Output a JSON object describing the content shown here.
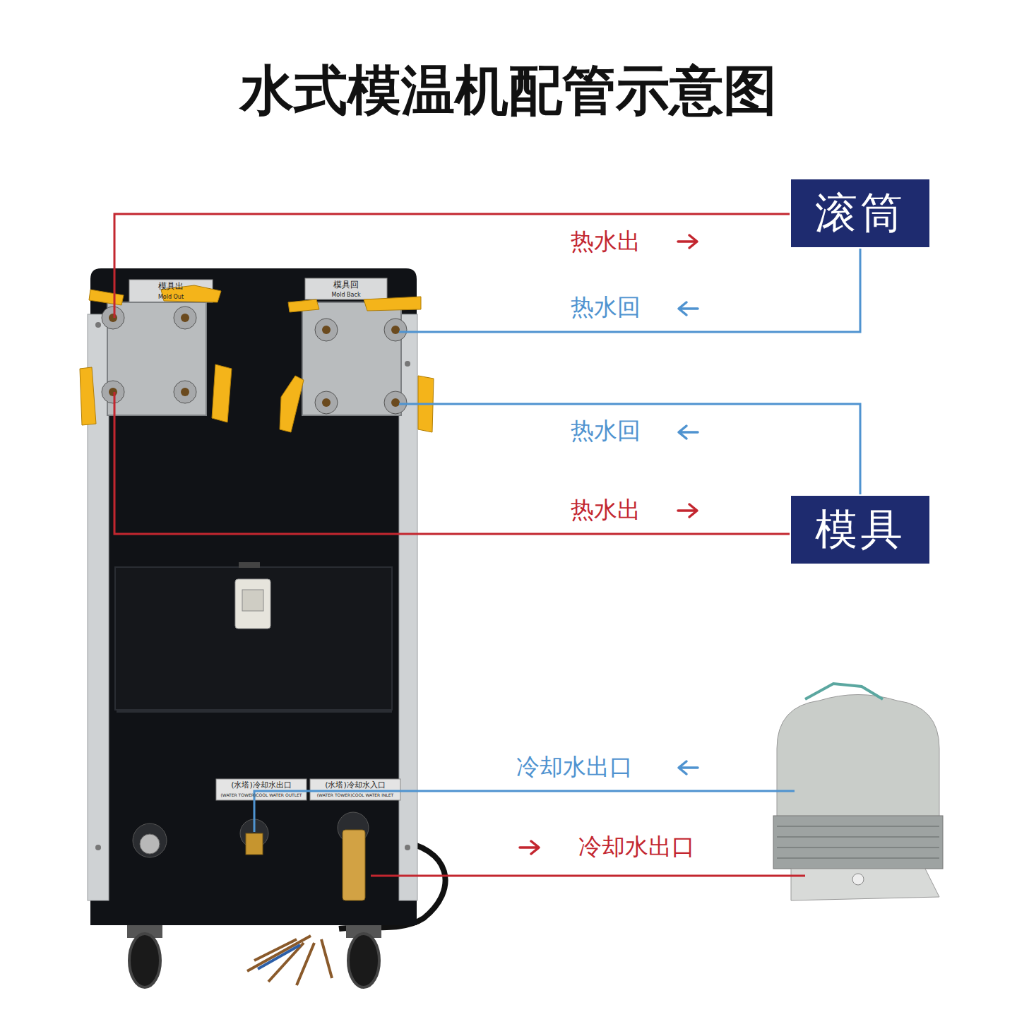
{
  "diagram": {
    "title": "水式模温机配管示意图",
    "nodes": [
      {
        "text": [
          "滚筒"
        ]
      },
      {
        "text": [
          "模具"
        ]
      }
    ],
    "labels": [
      "热水出",
      "热水回",
      "热水回",
      "热水出",
      "冷却水出口",
      "冷却水出口",
      "模具出",
      "Mold Out",
      "模具回",
      "Mold Back",
      "(水塔)冷却水出口",
      "(WATER TOWER)COOL WATER OUTLET",
      "(水塔)冷却水入口",
      "(WATER TOWER)COOL WATER INLET"
    ]
  }
}
